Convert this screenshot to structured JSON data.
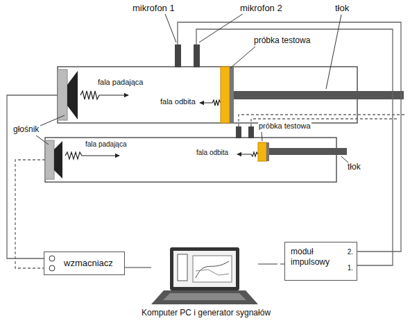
{
  "diagram": {
    "nodes": [
      {
        "text": [
          "moduł impulsowy",
          "2.",
          "1."
        ]
      },
      {
        "text": [
          "wzmacniacz"
        ]
      },
      {
        "text": [
          "Komputer PC i generator sygnałów"
        ]
      }
    ],
    "edges": [
      {
        "from": 2,
        "to": 1,
        "arrow": "none"
      },
      {
        "from": 2,
        "to": 0,
        "arrow": "none"
      }
    ],
    "labels": [
      "mikrofon 1",
      "mikrofon 2",
      "tłok",
      "próbka testowa",
      "fala padająca",
      "fala odbita",
      "głośnik",
      "próbka testowa",
      "fala padająca",
      "fala odbita",
      "tłok"
    ]
  }
}
